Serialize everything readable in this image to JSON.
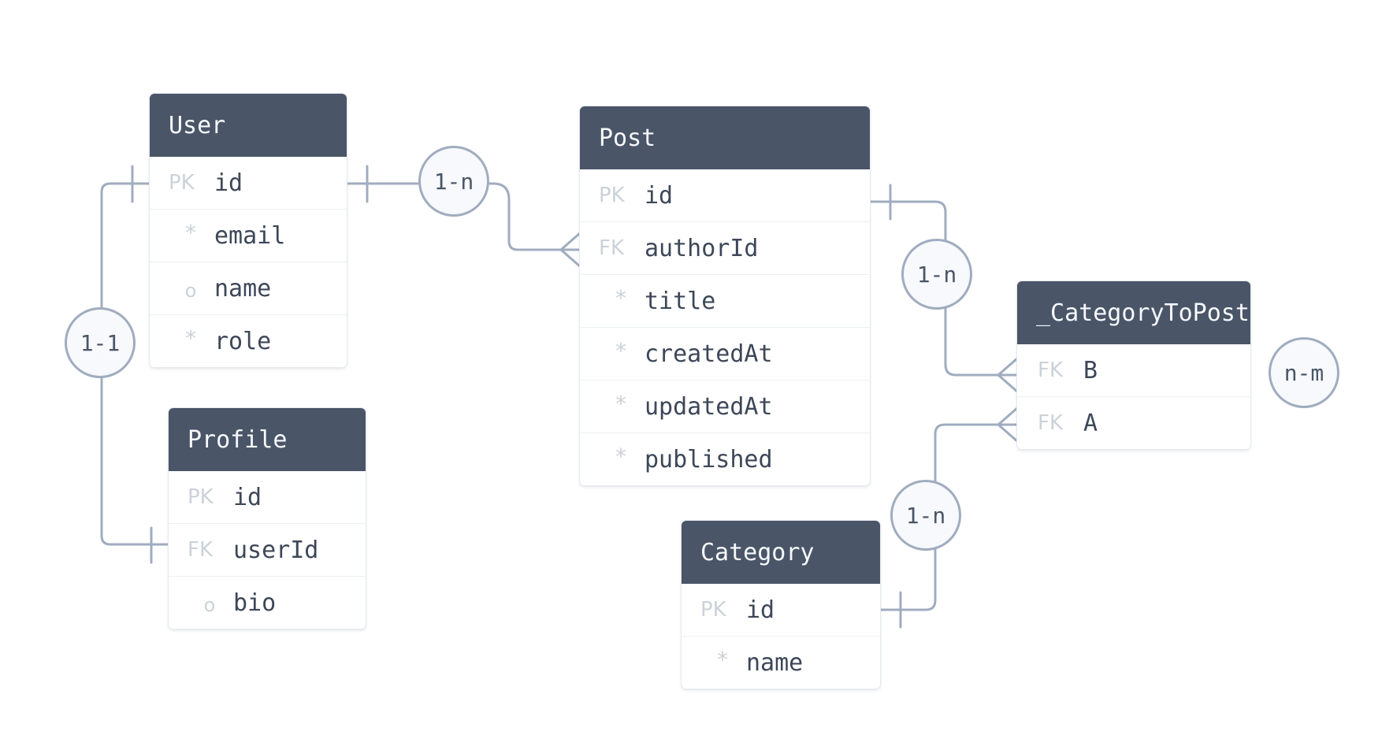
{
  "entities": {
    "user": {
      "title": "User",
      "fields": [
        {
          "key": "PK",
          "name": "id"
        },
        {
          "key": "*",
          "name": "email"
        },
        {
          "key": "o",
          "name": "name"
        },
        {
          "key": "*",
          "name": "role"
        }
      ]
    },
    "profile": {
      "title": "Profile",
      "fields": [
        {
          "key": "PK",
          "name": "id"
        },
        {
          "key": "FK",
          "name": "userId"
        },
        {
          "key": "o",
          "name": "bio"
        }
      ]
    },
    "post": {
      "title": "Post",
      "fields": [
        {
          "key": "PK",
          "name": "id"
        },
        {
          "key": "FK",
          "name": "authorId"
        },
        {
          "key": "*",
          "name": "title"
        },
        {
          "key": "*",
          "name": "createdAt"
        },
        {
          "key": "*",
          "name": "updatedAt"
        },
        {
          "key": "*",
          "name": "published"
        }
      ]
    },
    "category_to_post": {
      "title": "_CategoryToPost",
      "fields": [
        {
          "key": "FK",
          "name": "B"
        },
        {
          "key": "FK",
          "name": "A"
        }
      ]
    },
    "category": {
      "title": "Category",
      "fields": [
        {
          "key": "PK",
          "name": "id"
        },
        {
          "key": "*",
          "name": "name"
        }
      ]
    }
  },
  "relations": {
    "user_profile": "1-1",
    "user_post": "1-n",
    "post_cat2post": "1-n",
    "category_cat2post": "1-n",
    "category_post": "n-m"
  },
  "colors": {
    "header_bg": "#4a5568",
    "header_text": "#f7fafc",
    "line": "#a0acbf",
    "key_text": "#cbd2d9",
    "field_text": "#3d4758"
  }
}
